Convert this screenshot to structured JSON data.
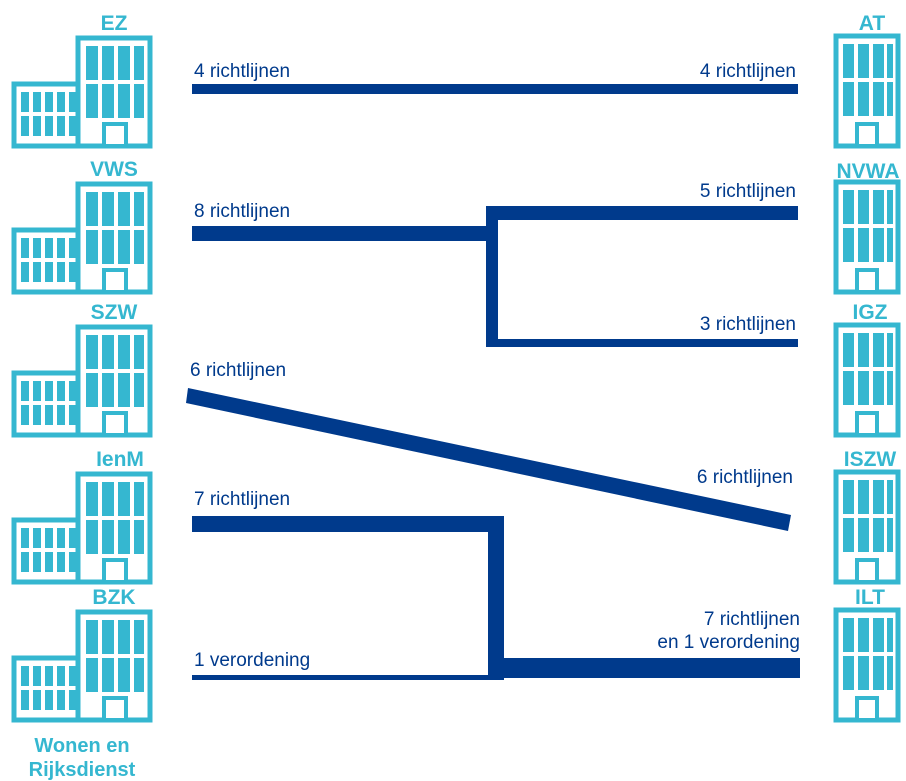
{
  "colors": {
    "building": "#35b7d0",
    "connector": "#003a8c",
    "label": "#003a8c",
    "background": "#ffffff"
  },
  "ministries": {
    "ez": "EZ",
    "vws": "VWS",
    "szw": "SZW",
    "ienm": "IenM",
    "bzk": "BZK",
    "bzk_sub_1": "Wonen en",
    "bzk_sub_2": "Rijksdienst"
  },
  "inspectorates": {
    "at": "AT",
    "nvwa": "NVWA",
    "igz": "IGZ",
    "iszw": "ISZW",
    "ilt": "ILT"
  },
  "connections": {
    "ez_left": "4 richtlijnen",
    "ez_right": "4 richtlijnen",
    "vws_left": "8 richtlijnen",
    "vws_right_top": "5 richtlijnen",
    "vws_right_bottom": "3 richtlijnen",
    "szw_left": "6 richtlijnen",
    "szw_right": "6 richtlijnen",
    "ienm_left": "7 richtlijnen",
    "bzk_left": "1 verordening",
    "ilt_right_1": "7 richtlijnen",
    "ilt_right_2": "en 1 verordening"
  }
}
